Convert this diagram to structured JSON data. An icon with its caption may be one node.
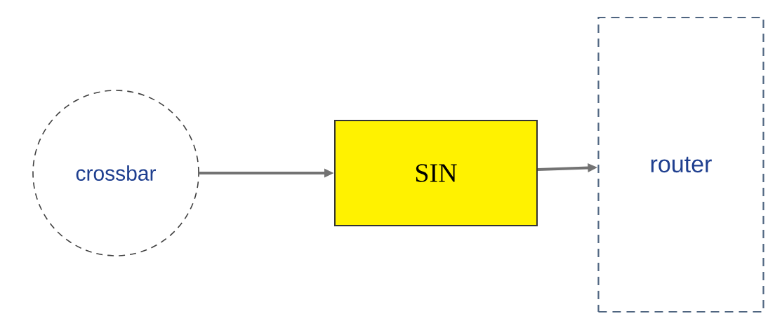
{
  "diagram": {
    "nodes": [
      {
        "text": [
          "crossbar"
        ]
      },
      {
        "text": [
          "SIN"
        ]
      },
      {
        "text": [
          "router"
        ]
      }
    ],
    "edges": [
      {
        "from": 0,
        "to": 1,
        "arrow": "to"
      },
      {
        "from": 1,
        "to": 2,
        "arrow": "to"
      }
    ]
  }
}
